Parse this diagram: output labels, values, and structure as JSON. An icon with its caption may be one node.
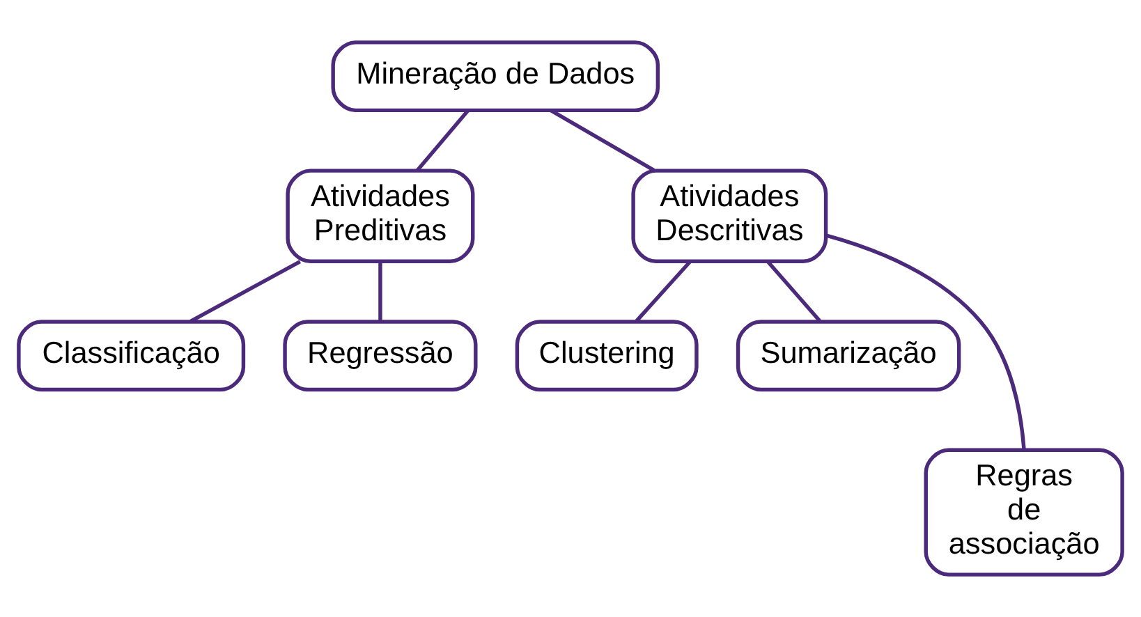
{
  "diagram": {
    "nodes": [
      {
        "text": [
          "Mineração de Dados"
        ]
      },
      {
        "text": [
          "Atividades Preditivas"
        ]
      },
      {
        "text": [
          "Atividades Descritivas"
        ]
      },
      {
        "text": [
          "Classificação"
        ]
      },
      {
        "text": [
          "Regressão"
        ]
      },
      {
        "text": [
          "Clustering"
        ]
      },
      {
        "text": [
          "Sumarização"
        ]
      },
      {
        "text": [
          "Regras de associação"
        ]
      }
    ],
    "edges": [
      {
        "from": 0,
        "to": 1,
        "arrow": "none"
      },
      {
        "from": 0,
        "to": 2,
        "arrow": "none"
      },
      {
        "from": 1,
        "to": 3,
        "arrow": "none"
      },
      {
        "from": 1,
        "to": 4,
        "arrow": "none"
      },
      {
        "from": 2,
        "to": 5,
        "arrow": "none"
      },
      {
        "from": 2,
        "to": 7,
        "arrow": "none"
      },
      {
        "from": 2,
        "to": 6,
        "arrow": "none"
      }
    ]
  }
}
